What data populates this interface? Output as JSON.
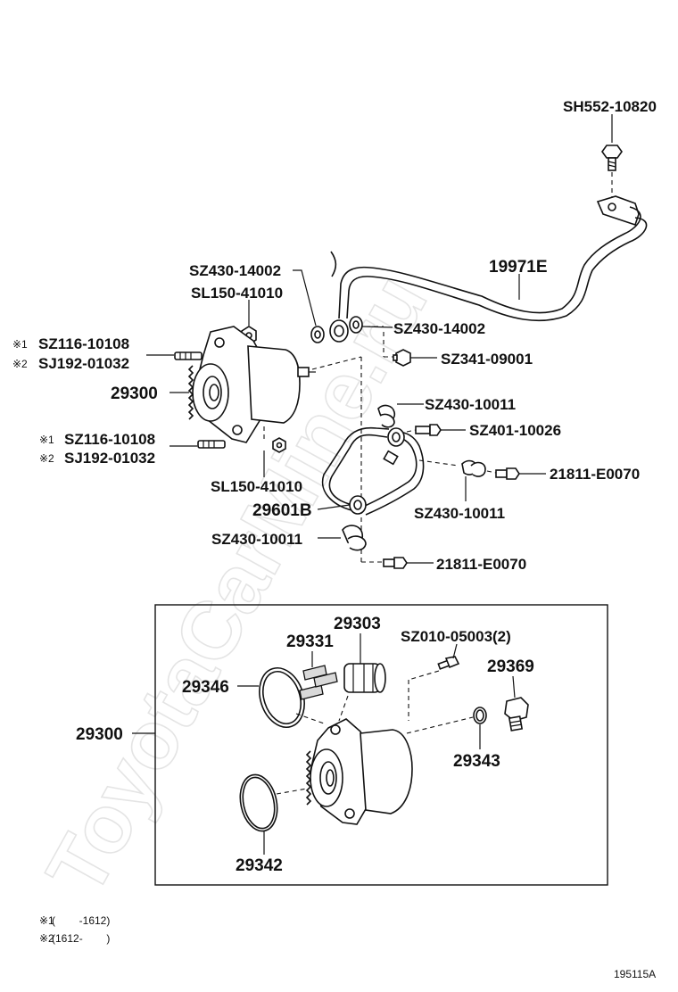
{
  "watermark": "ToyotaCarMine.ru",
  "diagram_code": "195115A",
  "labels": {
    "bolt_top": "SH552-10820",
    "pipe_outlet": "19971E",
    "gasket_a": "SZ430-14002",
    "nut_a": "SL150-41010",
    "gasket_b": "SZ430-14002",
    "union_bolt_a": "SZ341-09001",
    "stud_top_1": "SZ116-10108",
    "stud_top_2": "SJ192-01032",
    "pump_assy_top": "29300",
    "clamp_a": "SZ430-10011",
    "bolt_b": "SZ401-10026",
    "stud_bot_1": "SZ116-10108",
    "stud_bot_2": "SJ192-01032",
    "bolt_c": "21811-E0070",
    "nut_b": "SL150-41010",
    "hose": "29601B",
    "clamp_b": "SZ430-10011",
    "clamp_c": "SZ430-10011",
    "bolt_d": "21811-E0070",
    "rotor": "29303",
    "vane": "29331",
    "screw": "SZ010-05003(2)",
    "valve": "29369",
    "oring_cover": "29346",
    "pump_assy_box": "29300",
    "oring_small": "29343",
    "oring_main": "29342"
  },
  "marks": {
    "m1": "※1",
    "m2": "※2"
  },
  "notes": [
    {
      "mark": "※1",
      "text": "(        -1612)"
    },
    {
      "mark": "※2",
      "text": "(1612-        )"
    }
  ]
}
